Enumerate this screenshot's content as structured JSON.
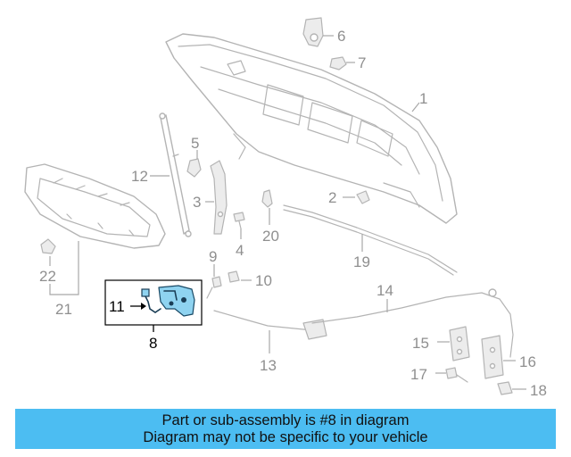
{
  "diagram": {
    "callouts": {
      "c1": "1",
      "c2": "2",
      "c3": "3",
      "c4": "4",
      "c5": "5",
      "c6": "6",
      "c7": "7",
      "c8": "8",
      "c9": "9",
      "c10": "10",
      "c11": "11",
      "c12": "12",
      "c13": "13",
      "c14": "14",
      "c15": "15",
      "c16": "16",
      "c17": "17",
      "c18": "18",
      "c19": "19",
      "c20": "20",
      "c21": "21",
      "c22": "22"
    },
    "highlighted_part": "8",
    "colors": {
      "highlight_fill": "#8fd3f0",
      "highlight_stroke": "#1a4a66",
      "part_line": "#b4b4b4",
      "callout_text": "#8f8f8f"
    }
  },
  "banner": {
    "line1": "Part or sub-assembly is #8 in diagram",
    "line2": "Diagram may not be specific to your vehicle",
    "background": "#4cbdf2"
  }
}
